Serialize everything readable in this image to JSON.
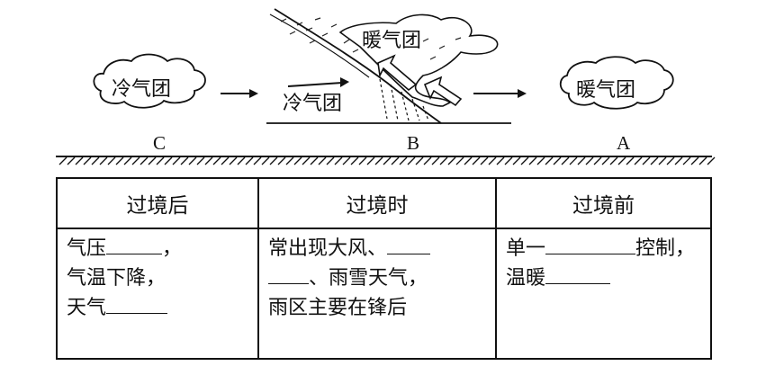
{
  "diagram": {
    "cold_mass_left": "冷气团",
    "warm_mass_top": "暖气团",
    "cold_mass_wedge": "冷气团",
    "warm_mass_right": "暖气团",
    "point_c": "C",
    "point_b": "B",
    "point_a": "A"
  },
  "table": {
    "headers": [
      "过境后",
      "过境时",
      "过境前"
    ],
    "after": {
      "line1": "气压",
      "line1_tail": "，",
      "line2": "气温下降，",
      "line3": "天气"
    },
    "during": {
      "line1": "常出现大风、",
      "line2": "、雨雪天气，",
      "line3": "雨区主要在锋后"
    },
    "before": {
      "line1": "单一",
      "line1_tail": "控制，",
      "line2": "温暖"
    }
  }
}
